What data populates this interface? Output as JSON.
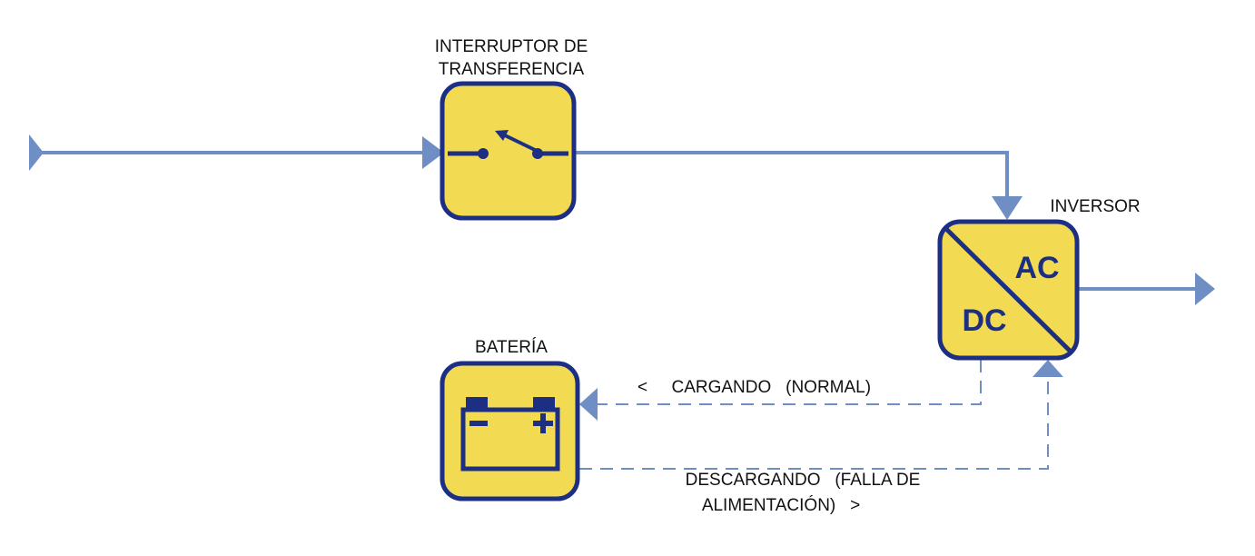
{
  "labels": {
    "switch_line1": "INTERRUPTOR DE",
    "switch_line2": "TRANSFERENCIA",
    "inverter": "INVERSOR",
    "battery": "BATERÍA",
    "ac": "AC",
    "dc": "DC",
    "charging": "<     CARGANDO   (NORMAL)",
    "discharging_line1": "DESCARGANDO   (FALLA DE",
    "discharging_line2": "ALIMENTACIÓN)   >"
  },
  "colors": {
    "line": "#6f8fc4",
    "block_fill": "#f2db52",
    "block_border": "#1c2f83",
    "text": "#111111"
  },
  "icons": {
    "switch": "transfer-switch-icon",
    "converter": "dc-ac-converter-icon",
    "battery": "battery-icon"
  }
}
